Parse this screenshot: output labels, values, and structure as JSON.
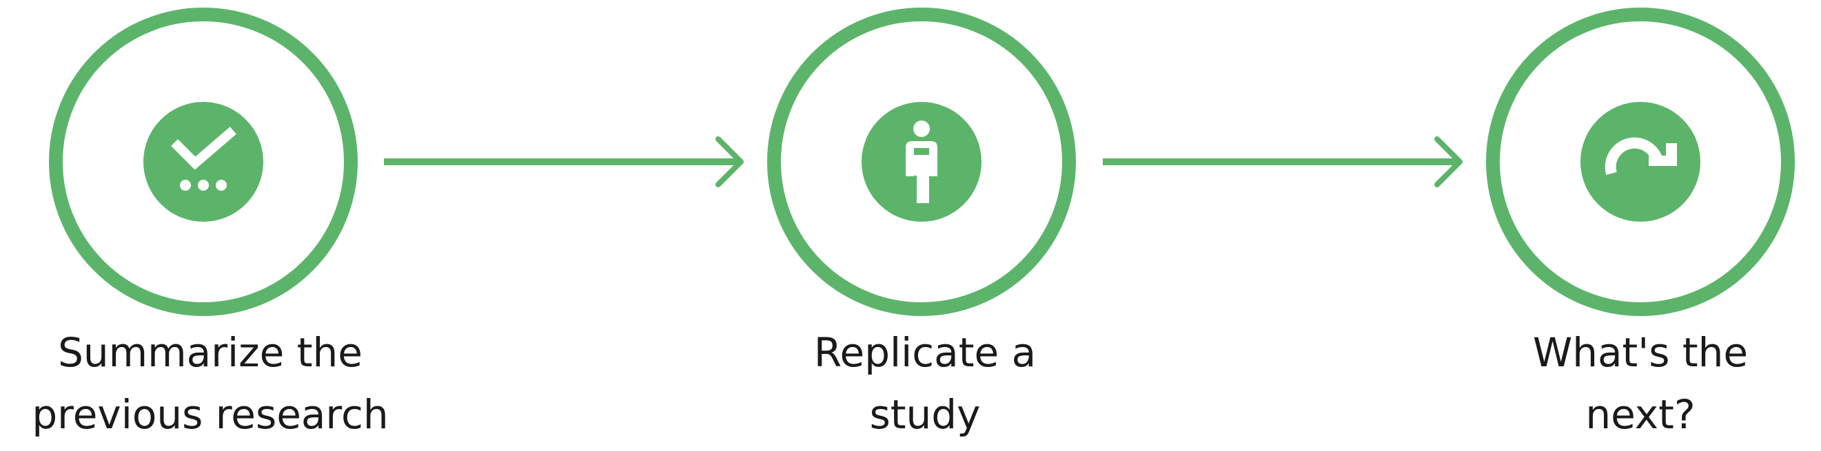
{
  "theme": {
    "accent": "#5cb46b",
    "text": "#1a1a1a",
    "background": "#ffffff"
  },
  "steps": [
    {
      "icon": "checkmark-dots-icon",
      "label_lines": [
        "Summarize the",
        "previous research"
      ]
    },
    {
      "icon": "person-info-icon",
      "label_lines": [
        "Replicate a",
        "study"
      ]
    },
    {
      "icon": "redo-arrow-icon",
      "label_lines": [
        "What's the",
        "next?"
      ]
    }
  ],
  "connectors": [
    {
      "from": 0,
      "to": 1,
      "style": "arrow"
    },
    {
      "from": 1,
      "to": 2,
      "style": "arrow"
    }
  ]
}
